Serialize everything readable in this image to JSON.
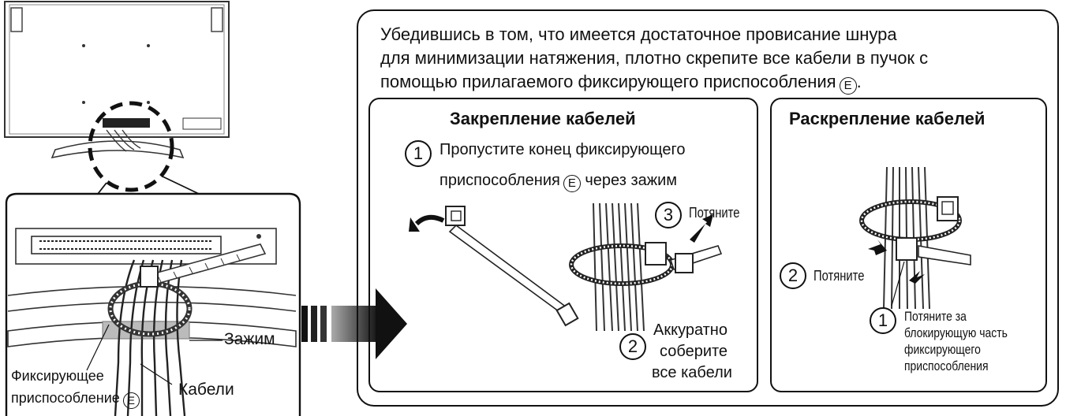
{
  "main_panel": {
    "intro_lines": [
      "Убедившись в том, что имеется достаточное провисание шнура",
      "для минимизации натяжения, плотно скрепите все кабели в пучок с",
      "помощью прилагаемого фиксирующего приспособления"
    ],
    "intro_symbol": "E"
  },
  "fastening": {
    "title": "Закрепление кабелей",
    "step1_num": "1",
    "step1_line1": "Пропустите конец фиксирующего",
    "step1_line2": "приспособления",
    "step1_symbol": "E",
    "step1_line2_end": "через зажим",
    "step2_num": "2",
    "step2_lines": [
      "Аккуратно",
      "соберите",
      "все кабели"
    ],
    "step3_num": "3",
    "step3_label": "Потяните"
  },
  "unfastening": {
    "title": "Раскрепление кабелей",
    "step2_num": "2",
    "step2_label": "Потяните",
    "step1_num": "1",
    "step1_lines": [
      "Потяните за",
      "блокирующую часть",
      "фиксирующего",
      "приспособления"
    ]
  },
  "detail": {
    "clamp_label": "Зажим",
    "band_label_line1": "Фиксирующее",
    "band_label_line2": "приспособление",
    "band_symbol": "E",
    "cables_label": "Кабели"
  }
}
